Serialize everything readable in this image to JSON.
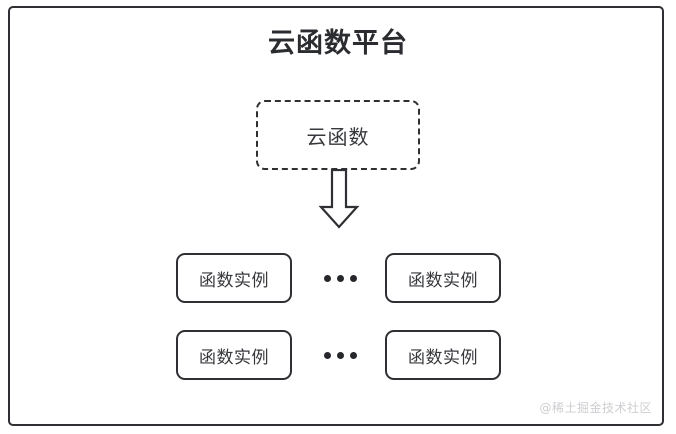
{
  "diagram": {
    "title": "云函数平台",
    "colors": {
      "border": "#2f3033",
      "text": "#37383c",
      "title_text": "#2b2c2f",
      "background": "#ffffff",
      "watermark": "#cdced1"
    },
    "cloud_function": {
      "label": "云函数",
      "border_style": "dashed"
    },
    "arrow": {
      "direction": "down",
      "style": "hollow-block"
    },
    "instance_rows": [
      {
        "left_box_label": "函数实例",
        "ellipsis": "•••",
        "right_box_label": "函数实例"
      },
      {
        "left_box_label": "函数实例",
        "ellipsis": "•••",
        "right_box_label": "函数实例"
      }
    ],
    "watermark": "@稀土掘金技术社区"
  }
}
